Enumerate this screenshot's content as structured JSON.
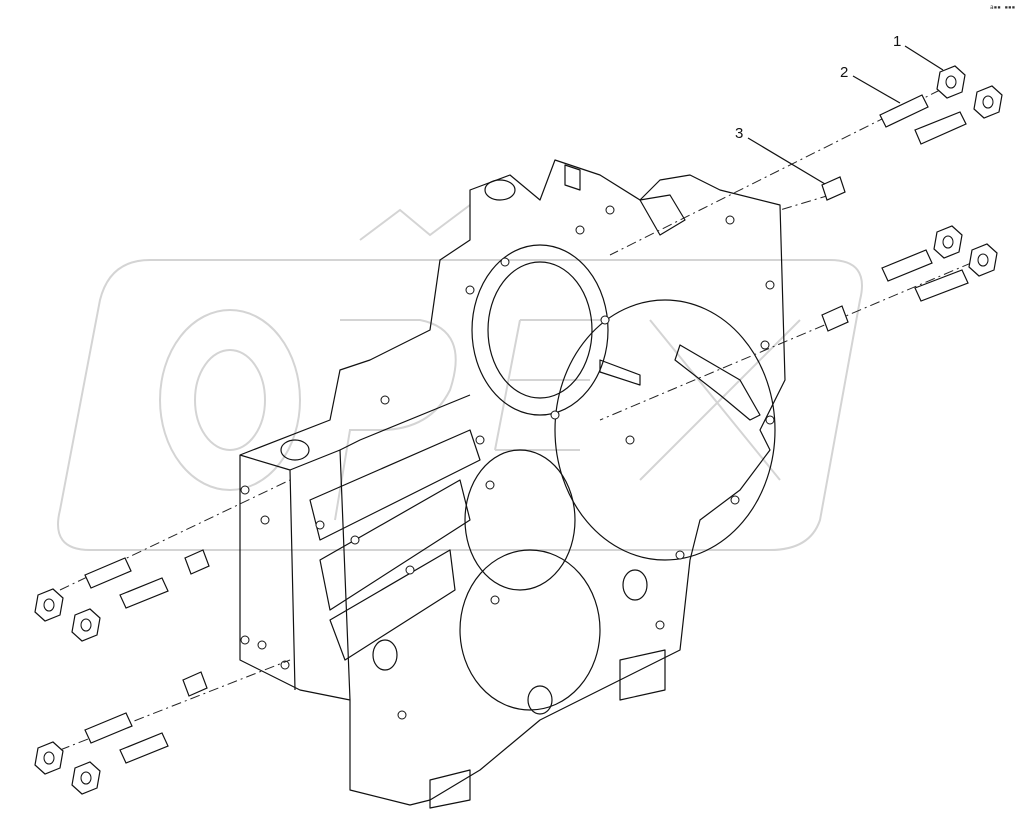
{
  "diagram": {
    "callouts": [
      {
        "id": "1",
        "label": "1"
      },
      {
        "id": "2",
        "label": "2"
      },
      {
        "id": "3",
        "label": "3"
      }
    ],
    "corner_mark": "a▪▪ ▪▪▪",
    "watermark": "OPEX",
    "colors": {
      "line": "#111111",
      "background": "#ffffff",
      "watermark": "#d4d4d4"
    }
  }
}
